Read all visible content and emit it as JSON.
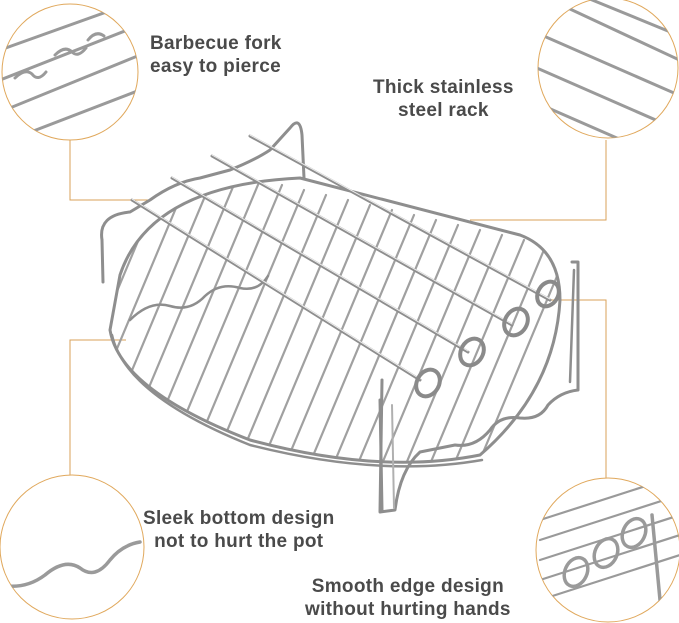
{
  "callouts": [
    {
      "line1": "Barbecue fork",
      "line2": "easy to pierce"
    },
    {
      "line1": "Thick stainless",
      "line2": "steel rack"
    },
    {
      "line1": "Sleek bottom design",
      "line2": "not to hurt the pot"
    },
    {
      "line1": "Smooth edge design",
      "line2": "without hurting hands"
    }
  ],
  "colors": {
    "leader": "#d8a25a",
    "circle_stroke": "#e0a85c",
    "wire": "#9a9a9a",
    "wire_highlight": "#e8e8e8",
    "text": "#4a4a4a"
  }
}
